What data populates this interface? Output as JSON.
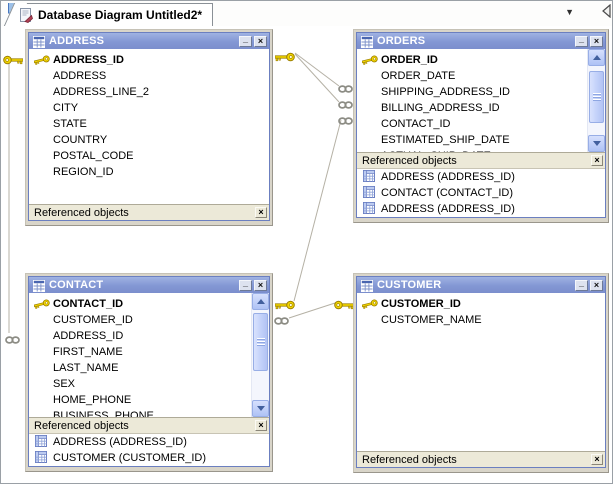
{
  "tabbar": {
    "active_tab_label": "Database Diagram Untitled2*",
    "dropdown_icon": "▼"
  },
  "window_controls": {
    "minimize": "_",
    "close": "×",
    "refbar_close": "×"
  },
  "diagram": {
    "tables": [
      {
        "id": "address",
        "title": "ADDRESS",
        "fields": [
          {
            "name": "ADDRESS_ID",
            "pk": true
          },
          {
            "name": "ADDRESS"
          },
          {
            "name": "ADDRESS_LINE_2"
          },
          {
            "name": "CITY"
          },
          {
            "name": "STATE"
          },
          {
            "name": "COUNTRY"
          },
          {
            "name": "POSTAL_CODE"
          },
          {
            "name": "REGION_ID"
          }
        ],
        "referenced_objects_label": "Referenced objects",
        "referenced_objects": []
      },
      {
        "id": "orders",
        "title": "ORDERS",
        "fields": [
          {
            "name": "ORDER_ID",
            "pk": true
          },
          {
            "name": "ORDER_DATE"
          },
          {
            "name": "SHIPPING_ADDRESS_ID"
          },
          {
            "name": "BILLING_ADDRESS_ID"
          },
          {
            "name": "CONTACT_ID"
          },
          {
            "name": "ESTIMATED_SHIP_DATE"
          },
          {
            "name": "ACTUAL_SHIP_DATE"
          }
        ],
        "referenced_objects_label": "Referenced objects",
        "referenced_objects": [
          "ADDRESS (ADDRESS_ID)",
          "CONTACT (CONTACT_ID)",
          "ADDRESS (ADDRESS_ID)"
        ]
      },
      {
        "id": "contact",
        "title": "CONTACT",
        "fields": [
          {
            "name": "CONTACT_ID",
            "pk": true
          },
          {
            "name": "CUSTOMER_ID"
          },
          {
            "name": "ADDRESS_ID"
          },
          {
            "name": "FIRST_NAME"
          },
          {
            "name": "LAST_NAME"
          },
          {
            "name": "SEX"
          },
          {
            "name": "HOME_PHONE"
          },
          {
            "name": "BUSINESS_PHONE"
          }
        ],
        "referenced_objects_label": "Referenced objects",
        "referenced_objects": [
          "ADDRESS (ADDRESS_ID)",
          "CUSTOMER (CUSTOMER_ID)"
        ]
      },
      {
        "id": "customer",
        "title": "CUSTOMER",
        "fields": [
          {
            "name": "CUSTOMER_ID",
            "pk": true
          },
          {
            "name": "CUSTOMER_NAME"
          }
        ],
        "referenced_objects_label": "Referenced objects",
        "referenced_objects": []
      }
    ],
    "icon_legend": {
      "primary-key-icon": "gold key",
      "foreign-key-link-icon": "gray chain links",
      "table-grid-icon": "blue table grid"
    },
    "colors": {
      "titlebar_blue": "#8397d4",
      "refbar_tan": "#ece9d8",
      "key_gold": "#f2d500",
      "link_gray": "#8c8c84",
      "relationship_line": "#b5b1a5",
      "scrollbar_blue": "#bfd0f7"
    }
  }
}
